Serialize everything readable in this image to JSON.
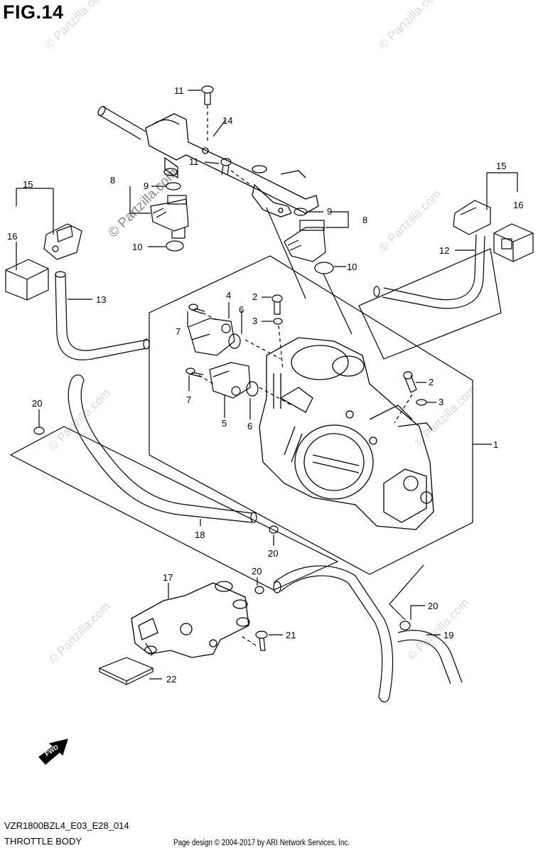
{
  "figure": {
    "title": "FIG.14"
  },
  "watermark": "© Partzilla.com",
  "fwd_label": "FWD",
  "callouts": {
    "c1": "1",
    "c2a": "2",
    "c2b": "2",
    "c3a": "3",
    "c3b": "3",
    "c4": "4",
    "c5": "5",
    "c6a": "6",
    "c6b": "6",
    "c7a": "7",
    "c7b": "7",
    "c8a": "8",
    "c8b": "8",
    "c9a": "9",
    "c9b": "9",
    "c10a": "10",
    "c10b": "10",
    "c11a": "11",
    "c11b": "11",
    "c12": "12",
    "c13": "13",
    "c14": "14",
    "c15a": "15",
    "c15b": "15",
    "c16a": "16",
    "c16b": "16",
    "c17": "17",
    "c18": "18",
    "c19": "19",
    "c20a": "20",
    "c20b": "20",
    "c20c": "20",
    "c20d": "20",
    "c21": "21",
    "c22": "22"
  },
  "footer": {
    "model_code": "VZR1800BZL4_E03_E28_014",
    "section_name": "THROTTLE BODY",
    "copyright": "Page design © 2004-2017 by ARI Network Services, Inc."
  }
}
